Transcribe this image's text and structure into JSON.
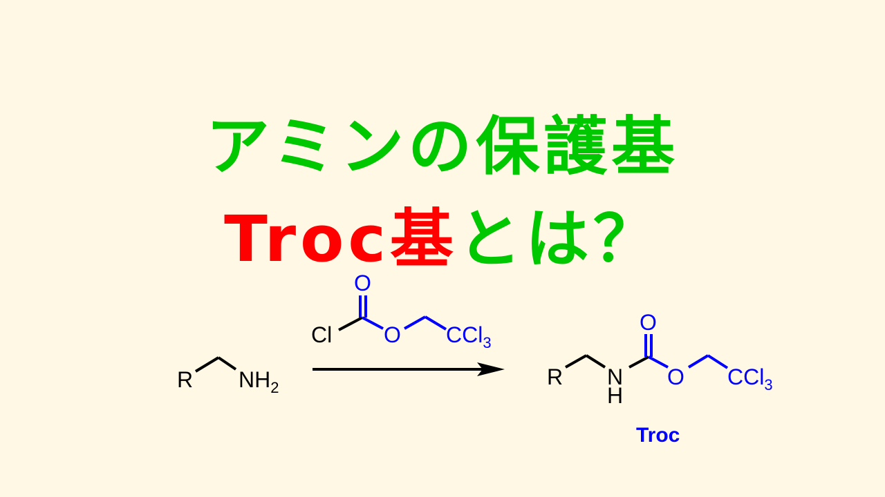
{
  "title": {
    "line1": "アミンの保護基",
    "line2_red": "Troc基",
    "line2_green": "とは？"
  },
  "colors": {
    "background": "#fff8e5",
    "title_green": "#00c800",
    "title_red": "#ff0000",
    "reagent_blue": "#0000ff",
    "bond_black": "#000000"
  },
  "reaction": {
    "starting_material": {
      "r": "R",
      "amine": "NH",
      "amine_sub": "2"
    },
    "reagent": {
      "cl": "Cl",
      "o_carbonyl": "O",
      "o_ester": "O",
      "ccl": "CCl",
      "ccl_sub": "3"
    },
    "product": {
      "r": "R",
      "n": "N",
      "h": "H",
      "o_carbonyl": "O",
      "o_ester": "O",
      "ccl": "CCl",
      "ccl_sub": "3",
      "label": "Troc"
    }
  }
}
